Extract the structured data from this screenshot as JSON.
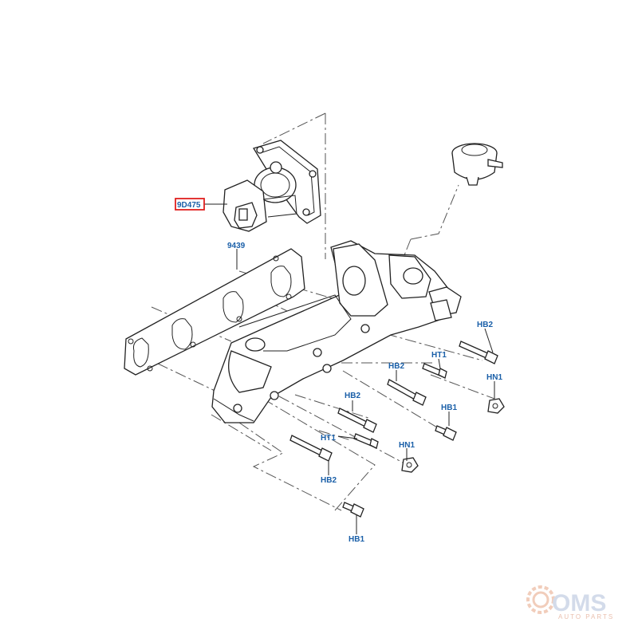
{
  "parts": {
    "egr_valve": "9D475",
    "gasket": "9439",
    "labels": {
      "hb2_a": "HB2",
      "ht1_a": "HT1",
      "hn1_a": "HN1",
      "hb2_b": "HB2",
      "hb2_c": "HB2",
      "hb1_a": "HB1",
      "ht1_b": "HT1",
      "hn1_b": "HN1",
      "hb2_d": "HB2",
      "hb1_b": "HB1"
    }
  },
  "watermark": {
    "brand": "OMS",
    "sub": "AUTO PARTS"
  },
  "colors": {
    "label_blue": "#1a5fa8",
    "highlight_red": "#e0201f",
    "line": "#222222"
  }
}
